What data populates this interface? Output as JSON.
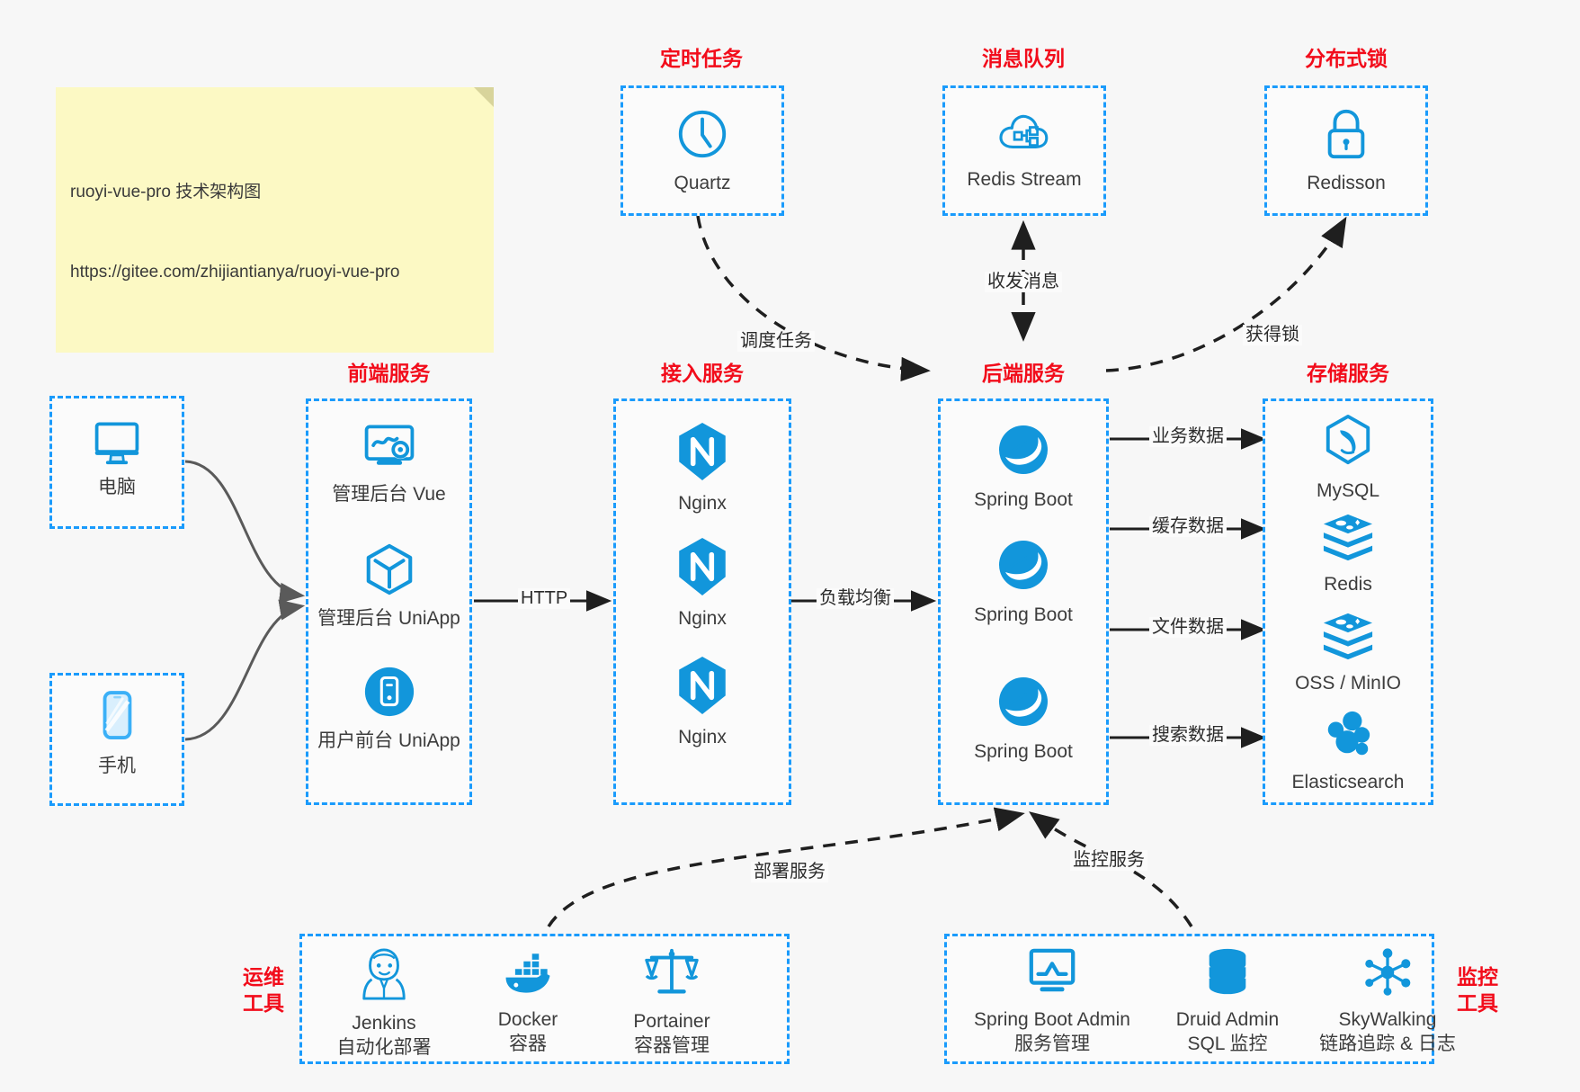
{
  "note": {
    "line1": "ruoyi-vue-pro 技术架构图",
    "line2": "https://gitee.com/zhijiantianya/ruoyi-vue-pro"
  },
  "colors": {
    "accent_blue": "#1a9bfc",
    "title_red": "#f20c1b",
    "icon_blue": "#1296db",
    "edge_gray": "#5a5a5a",
    "edge_dark": "#2b2b2b",
    "note_yellow": "#fcf9c4",
    "canvas": "#f7f7f7"
  },
  "groups": {
    "scheduler": {
      "title": "定时任务"
    },
    "mq": {
      "title": "消息队列"
    },
    "lock": {
      "title": "分布式锁"
    },
    "frontend": {
      "title": "前端服务"
    },
    "gateway": {
      "title": "接入服务"
    },
    "backend": {
      "title": "后端服务"
    },
    "storage": {
      "title": "存储服务"
    },
    "devops": {
      "title": "运维\n工具",
      "line1": "运维",
      "line2": "工具"
    },
    "monitor": {
      "title": "监控\n工具",
      "line1": "监控",
      "line2": "工具"
    }
  },
  "nodes": {
    "quartz": {
      "label": "Quartz",
      "icon": "clock-icon"
    },
    "redis_stream": {
      "label": "Redis Stream",
      "icon": "cloud-stream-icon"
    },
    "redisson": {
      "label": "Redisson",
      "icon": "lock-icon"
    },
    "pc": {
      "label": "电脑",
      "icon": "desktop-monitor-icon"
    },
    "phone": {
      "label": "手机",
      "icon": "mobile-phone-icon"
    },
    "admin_vue": {
      "label": "管理后台 Vue",
      "icon": "dashboard-gear-icon"
    },
    "admin_uniapp": {
      "label": "管理后台 UniApp",
      "icon": "cube-icon"
    },
    "user_uniapp": {
      "label": "用户前台 UniApp",
      "icon": "app-circle-icon"
    },
    "nginx1": {
      "label": "Nginx",
      "icon": "nginx-hex-icon"
    },
    "nginx2": {
      "label": "Nginx",
      "icon": "nginx-hex-icon"
    },
    "nginx3": {
      "label": "Nginx",
      "icon": "nginx-hex-icon"
    },
    "springboot1": {
      "label": "Spring Boot",
      "icon": "spring-leaf-icon"
    },
    "springboot2": {
      "label": "Spring Boot",
      "icon": "spring-leaf-icon"
    },
    "springboot3": {
      "label": "Spring Boot",
      "icon": "spring-leaf-icon"
    },
    "mysql": {
      "label": "MySQL",
      "icon": "mysql-dolphin-icon"
    },
    "redis": {
      "label": "Redis",
      "icon": "redis-stack-icon"
    },
    "oss": {
      "label": "OSS / MinIO",
      "icon": "redis-stack-icon"
    },
    "elasticsearch": {
      "label": "Elasticsearch",
      "icon": "elasticsearch-cluster-icon"
    },
    "jenkins": {
      "label": "Jenkins",
      "sublabel": "自动化部署",
      "icon": "jenkins-butler-icon"
    },
    "docker": {
      "label": "Docker",
      "sublabel": "容器",
      "icon": "docker-whale-icon"
    },
    "portainer": {
      "label": "Portainer",
      "sublabel": "容器管理",
      "icon": "scales-icon"
    },
    "sba": {
      "label": "Spring Boot Admin",
      "sublabel": "服务管理",
      "icon": "monitor-chart-icon"
    },
    "druid": {
      "label": "Druid Admin",
      "sublabel": "SQL 监控",
      "icon": "database-icon"
    },
    "skywalking": {
      "label": "SkyWalking",
      "sublabel": "链路追踪 & 日志",
      "icon": "skywalking-node-icon"
    }
  },
  "edges": {
    "schedule_task": "调度任务",
    "send_receive_msg": "收发消息",
    "acquire_lock": "获得锁",
    "http": "HTTP",
    "load_balance": "负载均衡",
    "business_data": "业务数据",
    "cache_data": "缓存数据",
    "file_data": "文件数据",
    "search_data": "搜索数据",
    "deploy_service": "部署服务",
    "monitor_service": "监控服务"
  }
}
